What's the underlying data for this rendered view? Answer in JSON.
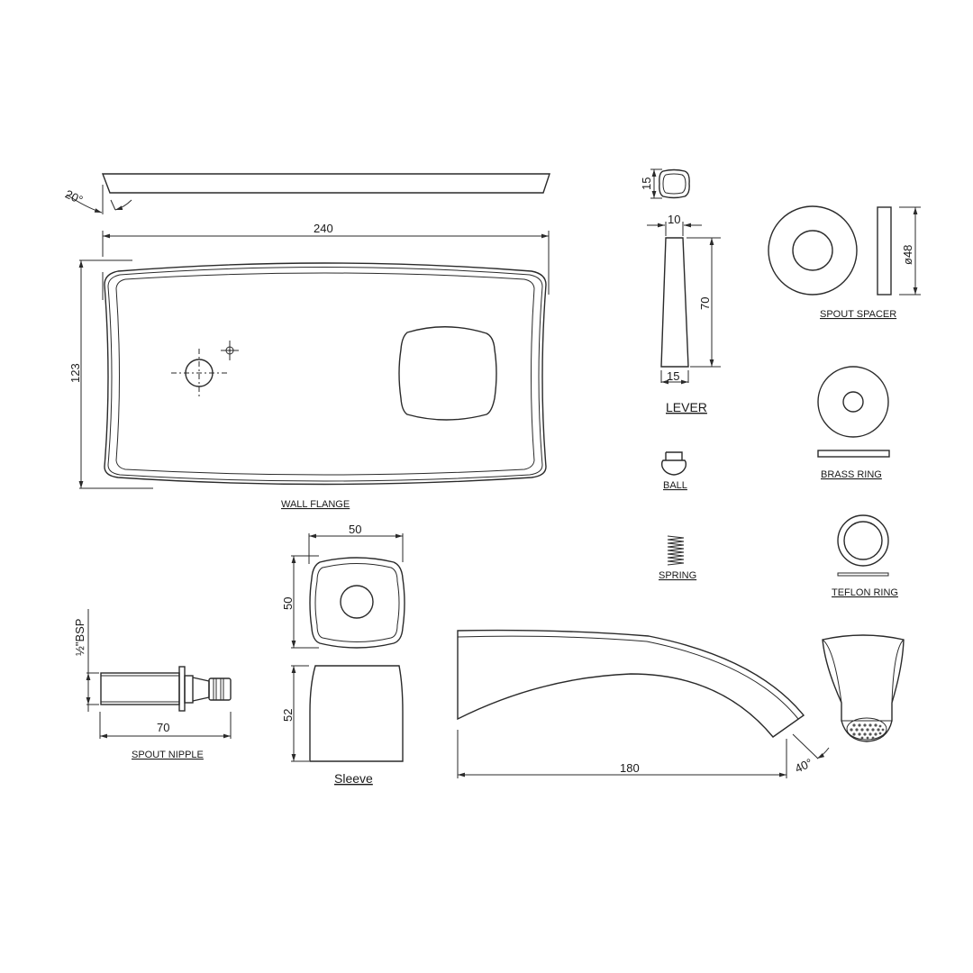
{
  "drawing": {
    "line_color": "#2a2a2a",
    "background": "#ffffff",
    "parts": {
      "wall_flange": {
        "label": "WALL FLANGE",
        "width_dim": "240",
        "height_dim": "123",
        "angle_dim": "20°"
      },
      "lever": {
        "label": "LEVER",
        "top_width_dim": "10",
        "bottom_width_dim": "15",
        "height_dim": "70",
        "head_dim": "15"
      },
      "spout_spacer": {
        "label": "SPOUT SPACER",
        "diameter_dim": "ø48"
      },
      "ball": {
        "label": "BALL"
      },
      "brass_ring": {
        "label": "BRASS RING"
      },
      "spring": {
        "label": "SPRING"
      },
      "teflon_ring": {
        "label": "TEFLON RING"
      },
      "spout_nipple": {
        "label": "SPOUT NIPPLE",
        "length_dim": "70",
        "thread_dim": "½\"BSP"
      },
      "sleeve": {
        "label": "Sleeve",
        "width_dim": "50",
        "depth_dim": "50",
        "height_dim": "52"
      },
      "spout": {
        "length_dim": "180",
        "angle_dim": "40°"
      }
    }
  }
}
